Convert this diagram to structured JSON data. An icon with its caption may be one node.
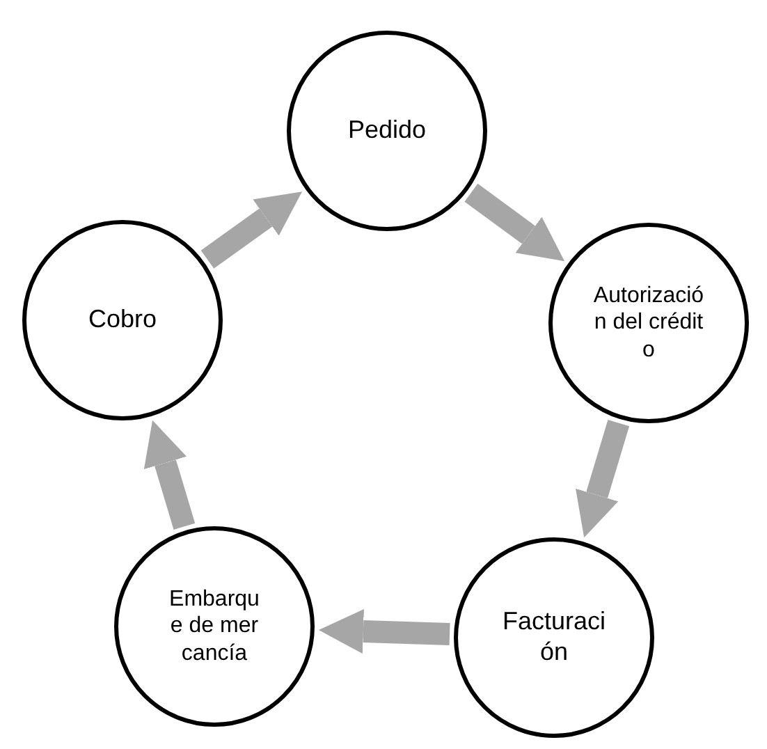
{
  "diagram": {
    "nodes": [
      {
        "text": [
          "Pedido"
        ]
      },
      {
        "text": [
          "Autorización del crédito"
        ]
      },
      {
        "text": [
          "Facturación"
        ]
      },
      {
        "text": [
          "Embarque de mercancía"
        ]
      },
      {
        "text": [
          "Cobro"
        ]
      }
    ],
    "edges": [
      {
        "from": 0,
        "to": 1,
        "arrow": "to"
      },
      {
        "from": 1,
        "to": 2,
        "arrow": "to"
      },
      {
        "from": 2,
        "to": 3,
        "arrow": "to"
      },
      {
        "from": 3,
        "to": 4,
        "arrow": "to"
      },
      {
        "from": 4,
        "to": 0,
        "arrow": "to"
      }
    ]
  }
}
